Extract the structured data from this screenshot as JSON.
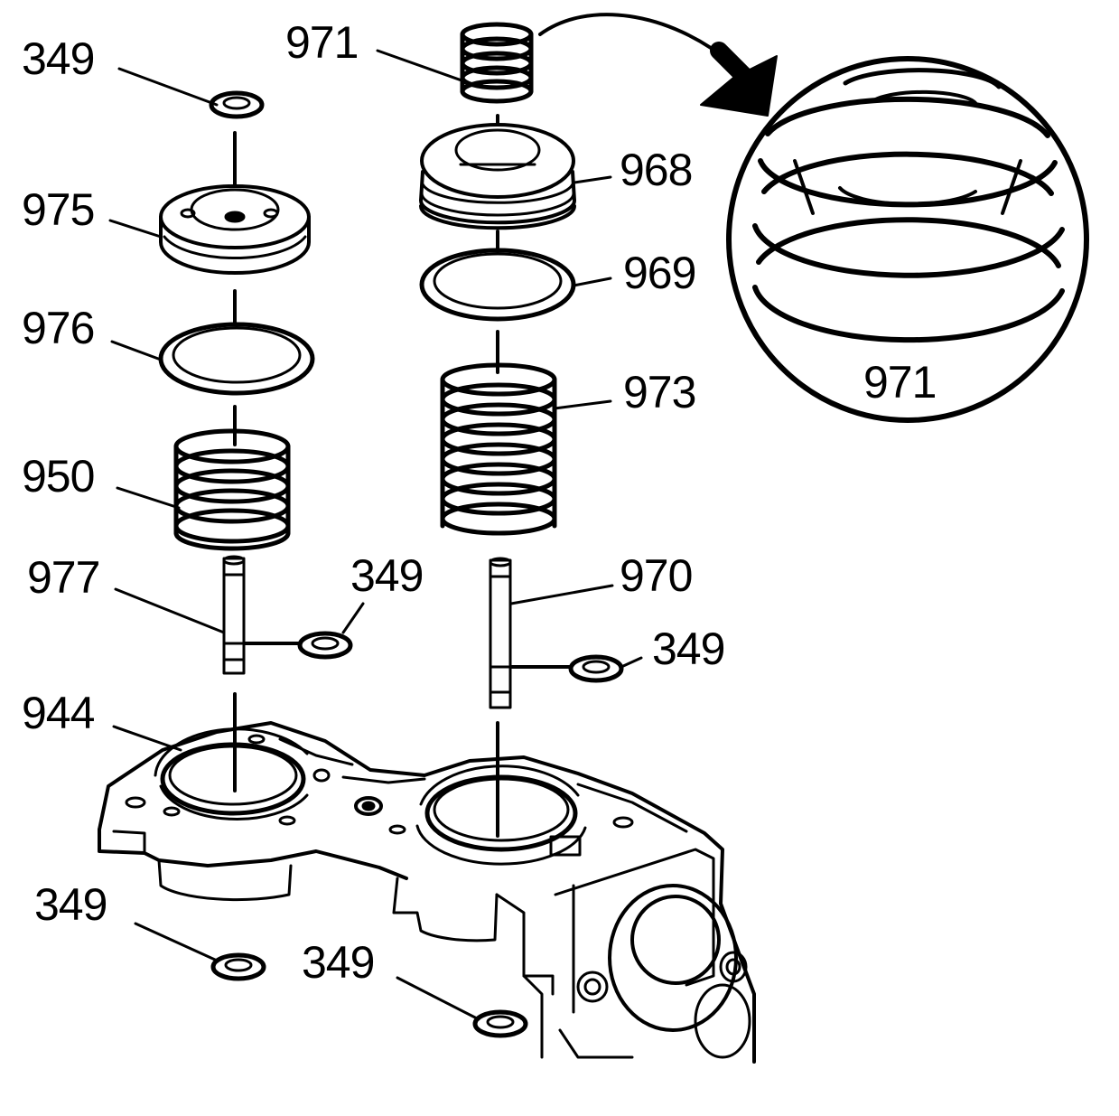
{
  "figure": {
    "colors": {
      "ink": "#000000",
      "paper": "#ffffff"
    },
    "callouts": {
      "washer_top_left": "349",
      "accumulator_piston_left": "975",
      "seal_ring_left": "976",
      "spring_left": "950",
      "pin_left": "977",
      "washer_mid_left": "349",
      "cover_housing": "944",
      "washer_bottom_left": "349",
      "washer_bottom_center": "349",
      "inner_spring_top": "971",
      "accumulator_piston_right": "968",
      "seal_ring_right": "969",
      "spring_right": "973",
      "pin_right": "970",
      "washer_mid_right": "349",
      "detail_view": "971"
    }
  }
}
